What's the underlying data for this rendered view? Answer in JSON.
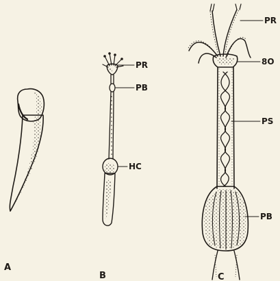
{
  "figure": {
    "panels": [
      {
        "id": "A",
        "caption": "A",
        "labels": []
      },
      {
        "id": "B",
        "caption": "B",
        "labels": [
          "PR",
          "PB",
          "HC"
        ]
      },
      {
        "id": "C",
        "caption": "C",
        "labels": [
          "PR",
          "8O",
          "PS",
          "PB"
        ]
      }
    ]
  },
  "colors": {
    "ink": "#1e1a16",
    "paper": "#f6f2e4"
  }
}
